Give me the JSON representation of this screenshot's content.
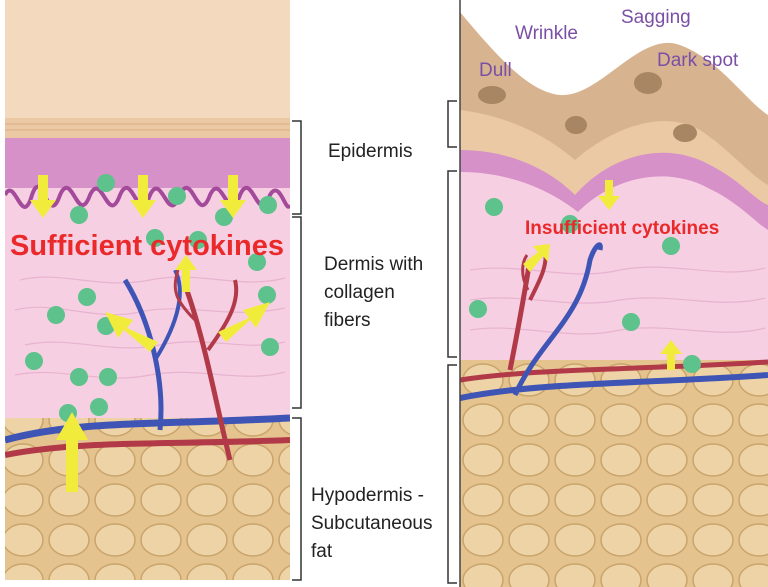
{
  "labels": {
    "epidermis": "Epidermis",
    "dermis": [
      "Dermis with",
      "collagen",
      "fibers"
    ],
    "hypodermis": [
      "Hypodermis -",
      "Subcutaneous",
      "fat"
    ]
  },
  "left_panel": {
    "caption": "Sufficient cytokines"
  },
  "right_panel": {
    "caption": "Insufficient cytokines",
    "signs": {
      "dull": "Dull",
      "wrinkle": "Wrinkle",
      "sagging": "Sagging",
      "dark_spot": "Dark spot"
    }
  },
  "colors": {
    "skin_top": "#f3d9bd",
    "epidermis": "#d691c8",
    "dermis": "#f7cfe3",
    "fat": "#e5c38f",
    "cytokine_dot": "#5dc28b",
    "arrow": "#f1ec3c",
    "artery": "#b23a48",
    "vein": "#3f55b5",
    "caption_red": "#ea2a2a",
    "sign_purple": "#7a4fa6"
  }
}
